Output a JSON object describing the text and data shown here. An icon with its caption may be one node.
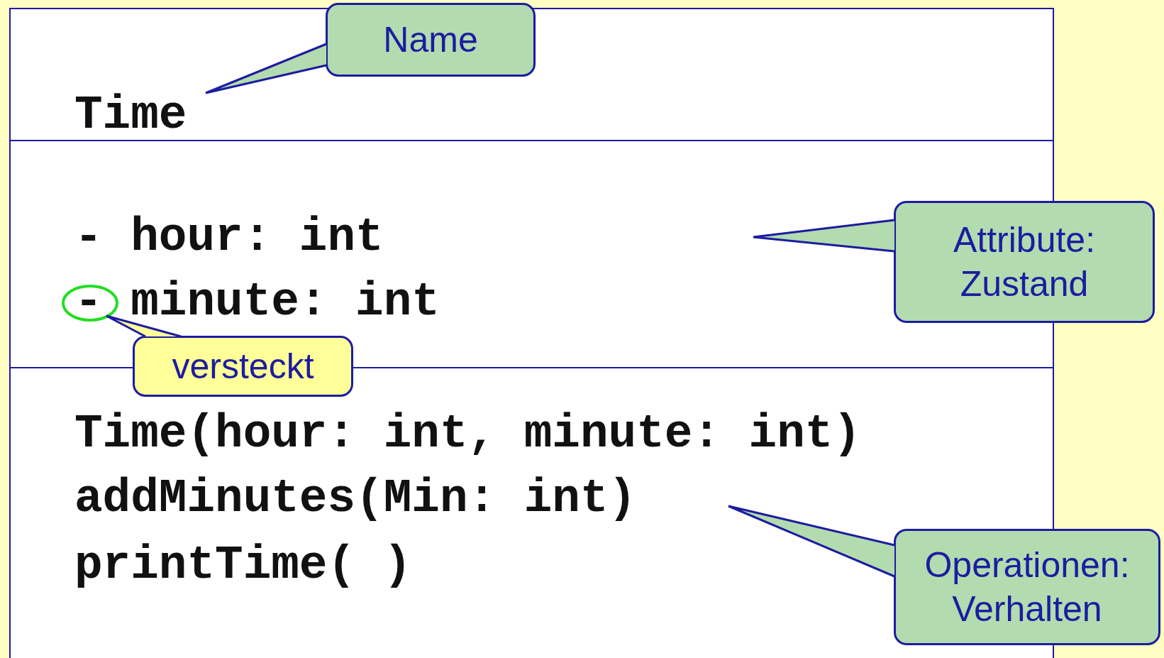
{
  "diagram": {
    "nodes": [
      {
        "text": [],
        "shape": "box"
      },
      {
        "text": [
          "Time"
        ],
        "in": 0
      },
      {
        "text": [
          "Name"
        ],
        "in": 0
      },
      {
        "text": [
          "- hour: int",
          "- minute: int"
        ],
        "in": 0
      },
      {
        "text": [],
        "shape": "circle",
        "in": 3
      },
      {
        "text": [
          "Attribute: Zustand"
        ]
      },
      {
        "text": [
          "versteckt"
        ],
        "in": 0
      },
      {
        "text": [
          "Time(hour: int, minute: int)",
          "addMinutes(Min: int)",
          "printTime( )"
        ],
        "in": 0
      },
      {
        "text": [
          "Operationen: Verhalten"
        ]
      }
    ],
    "edges": [
      {
        "from": 2,
        "to": 1,
        "arrow": "none"
      },
      {
        "from": 5,
        "to": null,
        "arrow": "none"
      },
      {
        "from": 6,
        "to": 4,
        "arrow": "none"
      },
      {
        "from": 8,
        "to": 7,
        "arrow": "none"
      }
    ]
  }
}
